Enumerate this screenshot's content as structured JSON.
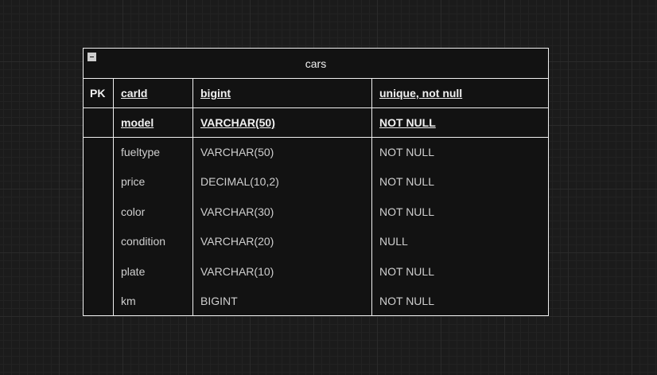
{
  "entity": {
    "title": "cars",
    "key_label": "PK",
    "key_rows": [
      {
        "name": "carId",
        "type": "bigint",
        "constraint": "unique, not null"
      },
      {
        "name": "model",
        "type": "VARCHAR(50)",
        "constraint": "NOT NULL"
      }
    ],
    "rows": [
      {
        "name": "fueltype",
        "type": "VARCHAR(50)",
        "constraint": "NOT NULL"
      },
      {
        "name": "price",
        "type": "DECIMAL(10,2)",
        "constraint": "NOT NULL"
      },
      {
        "name": "color",
        "type": "VARCHAR(30)",
        "constraint": "NOT NULL"
      },
      {
        "name": "condition",
        "type": "VARCHAR(20)",
        "constraint": "NULL"
      },
      {
        "name": "plate",
        "type": "VARCHAR(10)",
        "constraint": "NOT NULL"
      },
      {
        "name": "km",
        "type": "BIGINT",
        "constraint": "NOT NULL"
      }
    ]
  }
}
